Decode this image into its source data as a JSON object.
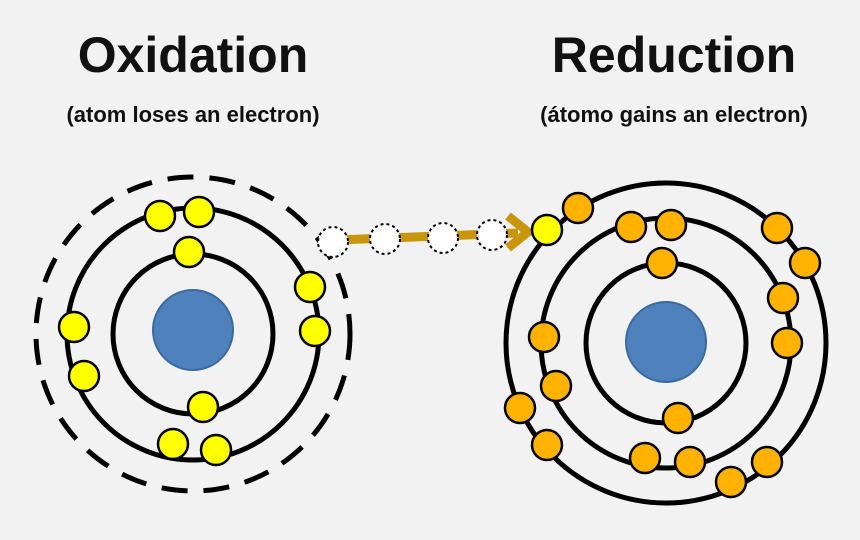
{
  "oxidation": {
    "title": "Oxidation",
    "subtitle": "(atom loses an electron)"
  },
  "reduction": {
    "title": "Reduction",
    "subtitle": "(átomo gains an electron)"
  },
  "colors": {
    "background": "#f2f2f2",
    "nucleus": "#4f81bd",
    "oxidation_electron": "#ffff00",
    "reduction_electron": "#ffb300",
    "arrow": "#c8960a",
    "shell": "#000000"
  }
}
